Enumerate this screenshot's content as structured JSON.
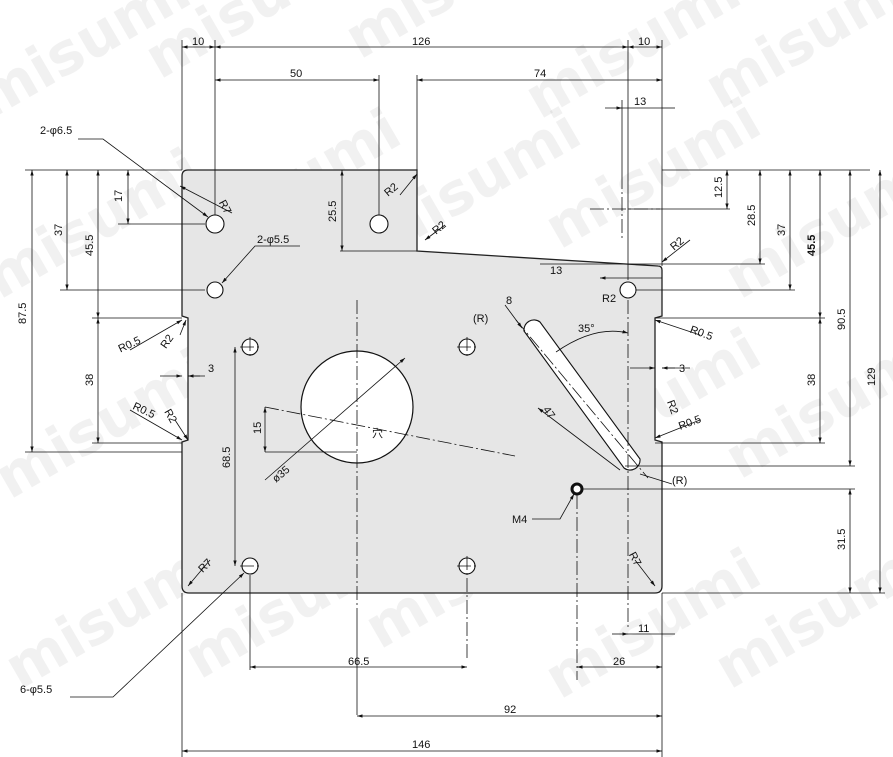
{
  "watermark": "misumi",
  "colors": {
    "plate": "#e6e6e6",
    "outline": "#222222",
    "line": "#111111"
  },
  "labels": {
    "top_10_left": "10",
    "top_126": "126",
    "top_10_right": "10",
    "top_50": "50",
    "top_74": "74",
    "top_13": "13",
    "holes_2_65": "2-φ6.5",
    "holes_2_55": "2-φ5.5",
    "holes_6_55": "6-φ5.5",
    "r7_top": "R7",
    "r2_notch": "R2",
    "r2_step": "R2",
    "r2_right_top": "R2",
    "r2_right_mid": "R2",
    "r2_right_low": "R2",
    "r2_left_top": "R2",
    "r2_left_low": "R2",
    "r05_left_top": "R0.5",
    "r05_left_low": "R0.5",
    "r05_right_top": "R0.5",
    "r05_right_low": "R0.5",
    "r7_bottom_left": "R7",
    "r7_bottom_right": "R7",
    "r_slot_top": "(R)",
    "r_slot_bottom": "(R)",
    "slot_width": "8",
    "slot_angle": "35°",
    "slot_length": "47",
    "left_17": "17",
    "left_37": "37",
    "left_45_5": "45.5",
    "left_87_5": "87.5",
    "left_38": "38",
    "left_3": "3",
    "right_3": "3",
    "right_12_5": "12.5",
    "right_28_5": "28.5",
    "right_37": "37",
    "right_45_5": "45.5",
    "right_90_5": "90.5",
    "right_129": "129",
    "right_38": "38",
    "right_31_5": "31.5",
    "dim_13_step": "13",
    "dim_25_5": "25.5",
    "dim_15": "15",
    "dim_68_5": "68.5",
    "circle_dia": "ø35",
    "hole_mark": "穴",
    "m4": "M4",
    "bottom_66_5": "66.5",
    "bottom_26": "26",
    "bottom_11": "11",
    "bottom_92": "92",
    "bottom_146": "146"
  }
}
